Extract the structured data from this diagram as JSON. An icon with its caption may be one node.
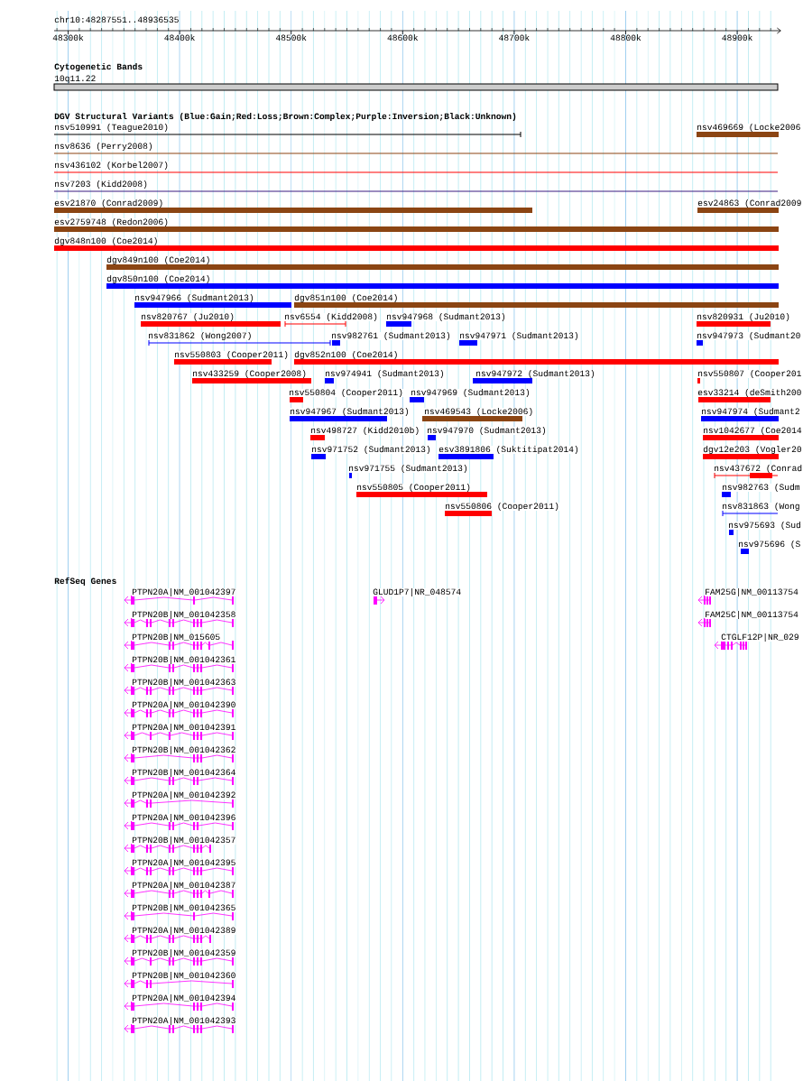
{
  "diagram": {
    "labels": [
      "chr10:48287551..48936535",
      "48300k",
      "48400k",
      "48500k",
      "48600k",
      "48700k",
      "48800k",
      "48900k",
      "Cytogenetic Bands",
      "10q11.22",
      "DGV Structural Variants (Blue:Gain;Red:Loss;Brown:Complex;Purple:Inversion;Black:Unknown)",
      "nsv510991 (Teague2010)",
      "nsv469669 (Locke2006",
      "nsv8636 (Perry2008)",
      "nsv436102 (Korbel2007)",
      "nsv7203 (Kidd2008)",
      "esv21870 (Conrad2009)",
      "esv24863 (Conrad2009",
      "esv2759748 (Redon2006)",
      "dgv848n100 (Coe2014)",
      "dgv849n100 (Coe2014)",
      "dgv850n100 (Coe2014)",
      "nsv947966 (Sudmant2013)",
      "dgv851n100 (Coe2014)",
      "nsv820767 (Ju2010)",
      "nsv6554 (Kidd2008)",
      "nsv947968 (Sudmant2013)",
      "nsv820931 (Ju2010)",
      "nsv831862 (Wong2007)",
      "nsv982761 (Sudmant2013)",
      "nsv947971 (Sudmant2013)",
      "nsv947973 (Sudmant20",
      "nsv550803 (Cooper2011)",
      "dgv852n100 (Coe2014)",
      "nsv433259 (Cooper2008)",
      "nsv974941 (Sudmant2013)",
      "nsv947972 (Sudmant2013)",
      "nsv550807 (Cooper201",
      "nsv550804 (Cooper2011)",
      "nsv947969 (Sudmant2013)",
      "esv33214 (deSmith200",
      "nsv947967 (Sudmant2013)",
      "nsv469543 (Locke2006)",
      "nsv947974 (Sudmant2",
      "nsv498727 (Kidd2010b)",
      "nsv947970 (Sudmant2013)",
      "nsv1042677 (Coe2014",
      "nsv971752 (Sudmant2013)",
      "esv3891806 (Suktitipat2014)",
      "dgv12e203 (Vogler20",
      "nsv971755 (Sudmant2013)",
      "nsv437672 (Conrad",
      "nsv550805 (Cooper2011)",
      "nsv982763 (Sudm",
      "nsv550806 (Cooper2011)",
      "nsv831863 (Wong",
      "nsv975693 (Sud",
      "nsv975696 (S",
      "RefSeq Genes",
      "PTPN20A|NM_001042397",
      "GLUD1P7|NR_048574",
      "FAM25G|NM_00113754",
      "PTPN20B|NM_001042358",
      "FAM25C|NM_00113754",
      "PTPN20B|NM_015605",
      "CTGLF12P|NR_029",
      "PTPN20B|NM_001042361",
      "PTPN20B|NM_001042363",
      "PTPN20A|NM_001042390",
      "PTPN20A|NM_001042391",
      "PTPN20B|NM_001042362",
      "PTPN20B|NM_001042364",
      "PTPN20A|NM_001042392",
      "PTPN20A|NM_001042396",
      "PTPN20B|NM_001042357",
      "PTPN20A|NM_001042395",
      "PTPN20A|NM_001042387",
      "PTPN20B|NM_001042365",
      "PTPN20A|NM_001042389",
      "PTPN20B|NM_001042359",
      "PTPN20B|NM_001042360",
      "PTPN20A|NM_001042394",
      "PTPN20A|NM_001042393"
    ]
  }
}
